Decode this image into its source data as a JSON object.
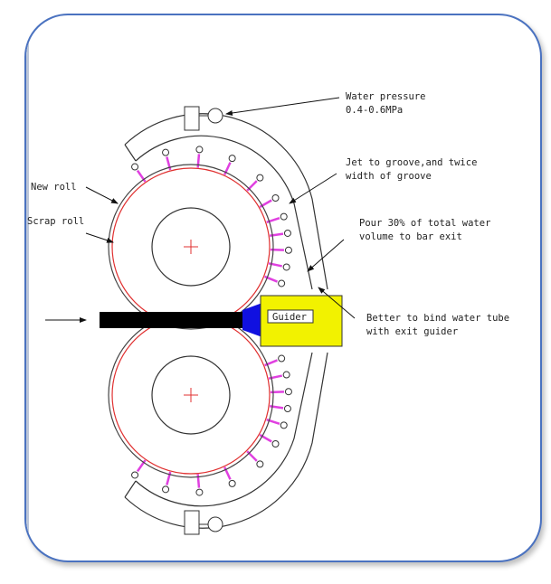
{
  "labels": {
    "water_pressure": "Water pressure",
    "water_pressure_value": "0.4-0.6MPa",
    "jet_line1": "Jet to groove,and twice",
    "jet_line2": "width of groove",
    "pour_line1": "Pour 30% of total water",
    "pour_line2": "volume to bar exit",
    "bind_line1": "Better to bind water tube",
    "bind_line2": "with exit guider",
    "new_roll": "New roll",
    "scrap_roll": "Scrap roll",
    "guider": "Guider"
  },
  "colors": {
    "frame": "#4a72c0",
    "scrap_roll": "#e03030",
    "jets": "#e040e0",
    "guider": "#f2f200",
    "nozzle": "#1010e0"
  }
}
